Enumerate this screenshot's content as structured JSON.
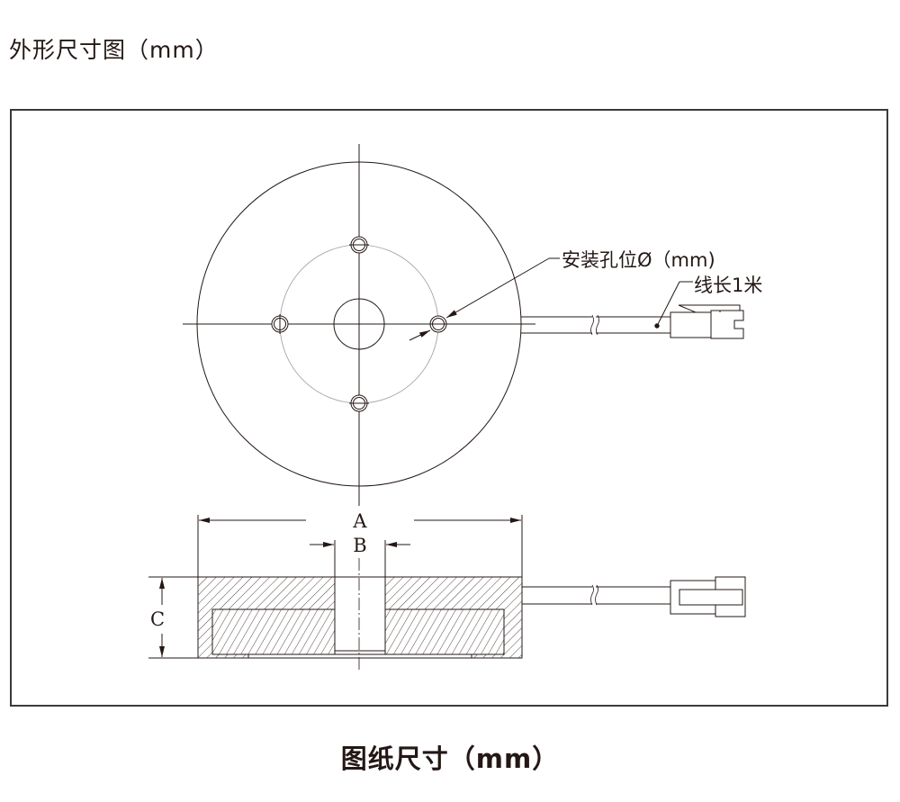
{
  "title": "外形尺寸图（mm）",
  "caption": "图纸尺寸（mm）",
  "labels": {
    "mount_hole": "安装孔位Ø（mm)",
    "cable_length": "线长1米",
    "dim_a": "A",
    "dim_b": "B",
    "dim_c": "C"
  },
  "colors": {
    "line": "#231815",
    "frame": "#3a3a3a",
    "construction": "#999999"
  }
}
